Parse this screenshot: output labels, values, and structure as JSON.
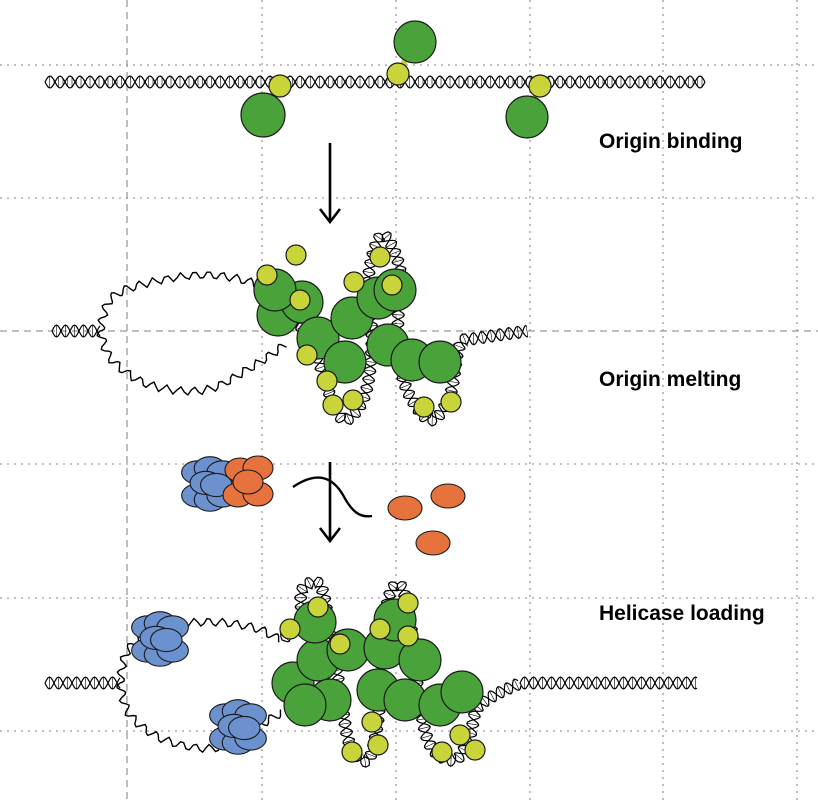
{
  "labels": {
    "origin_binding": "Origin binding",
    "origin_melting": "Origin melting",
    "helicase_loading": "Helicase loading"
  },
  "colors": {
    "initiator_large": "#4aa23a",
    "initiator_small": "#c8d43a",
    "helicase_blue": "#6c91cf",
    "loader_orange": "#e6733e",
    "dna": "#000000",
    "grid": "#9a9a9a"
  },
  "icons": {
    "dna": "dna-double-helix-icon",
    "initiator": "initiator-protein-icon",
    "helicase": "hexameric-helicase-icon",
    "loader": "helicase-loader-icon",
    "arrow": "down-arrow-icon",
    "release": "release-curve-icon"
  }
}
